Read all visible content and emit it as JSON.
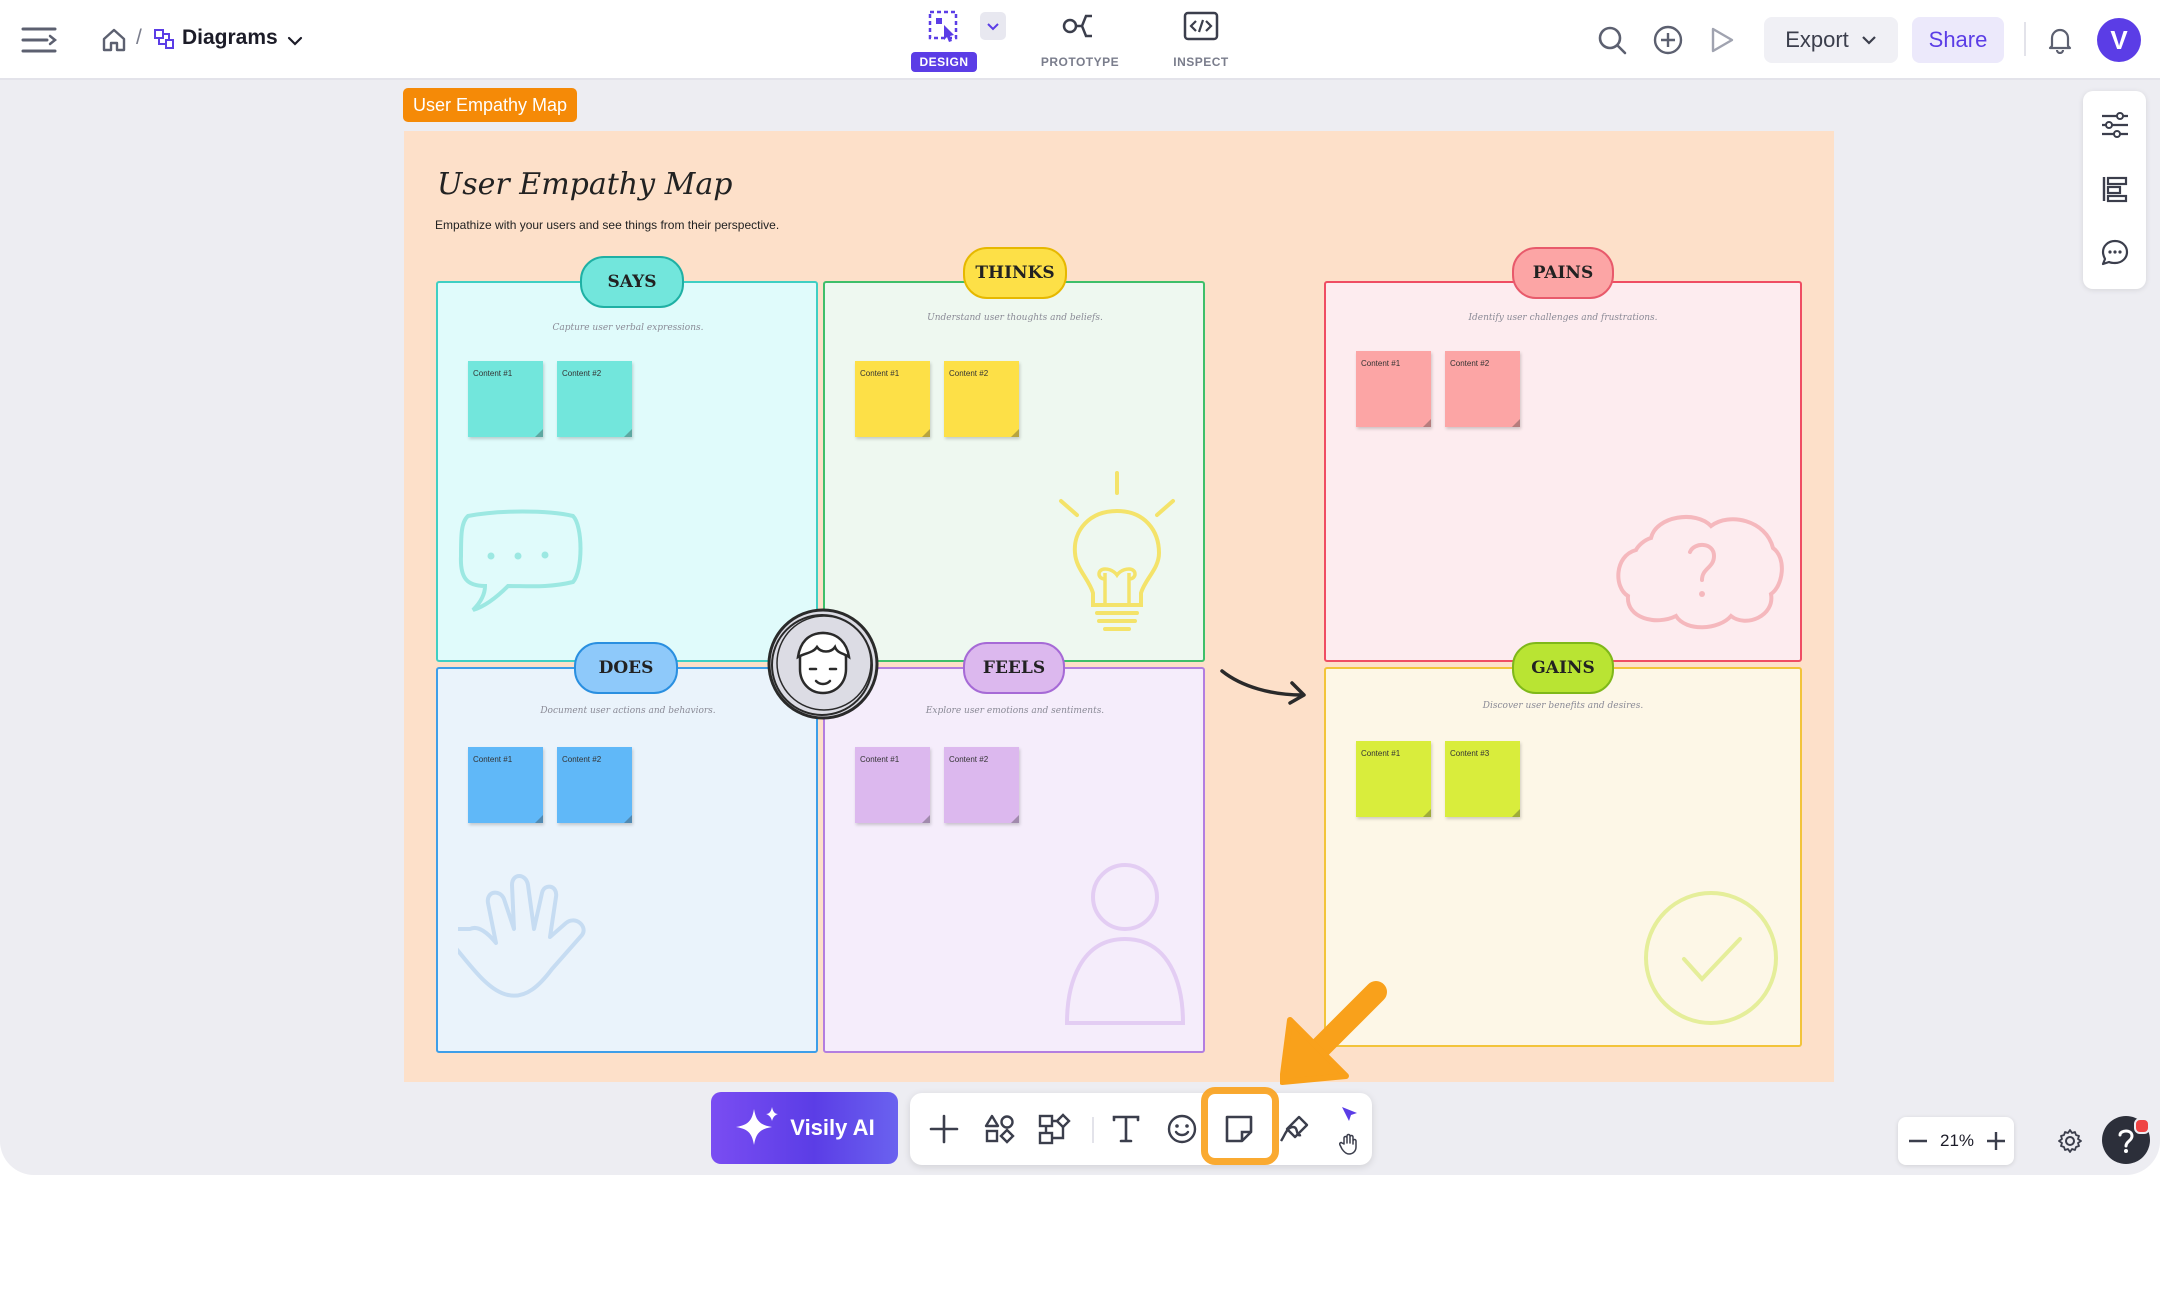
{
  "header": {
    "breadcrumb_separator": "/",
    "project_name": "Diagrams",
    "modes": [
      {
        "label": "DESIGN",
        "active": true
      },
      {
        "label": "PROTOTYPE",
        "active": false
      },
      {
        "label": "INSPECT",
        "active": false
      }
    ],
    "export_label": "Export",
    "share_label": "Share",
    "avatar_letter": "V"
  },
  "canvas": {
    "frame_tag": "User Empathy Map",
    "title": "User Empathy Map",
    "subtitle": "Empathize with your users and see things from their perspective.",
    "quadrants": {
      "says": {
        "label": "SAYS",
        "hint": "Capture user verbal expressions.",
        "notes": [
          "Content #1",
          "Content #2"
        ],
        "color": "#72e6dc"
      },
      "thinks": {
        "label": "THINKS",
        "hint": "Understand user thoughts and beliefs.",
        "notes": [
          "Content #1",
          "Content #2"
        ],
        "color": "#fde047"
      },
      "pains": {
        "label": "PAINS",
        "hint": "Identify user challenges and frustrations.",
        "notes": [
          "Content #1",
          "Content #2"
        ],
        "color": "#fca5a5"
      },
      "does": {
        "label": "DOES",
        "hint": "Document user actions and behaviors.",
        "notes": [
          "Content #1",
          "Content #2"
        ],
        "color": "#60b8f8"
      },
      "feels": {
        "label": "FEELS",
        "hint": "Explore user emotions and sentiments.",
        "notes": [
          "Content #1",
          "Content #2"
        ],
        "color": "#dcb8ee"
      },
      "gains": {
        "label": "GAINS",
        "hint": "Discover user benefits and desires.",
        "notes": [
          "Content #1",
          "Content #3"
        ],
        "color": "#d9ed3c"
      }
    }
  },
  "toolbar": {
    "ai_label": "Visily AI",
    "tools": [
      "add-icon",
      "shapes-icon",
      "flowchart-icon",
      "text-icon",
      "emoji-icon",
      "sticky-note-icon",
      "pen-icon",
      "select-icon",
      "hand-icon"
    ],
    "highlighted_tool": "sticky-note-icon"
  },
  "zoom": {
    "level": "21%"
  },
  "colors": {
    "accent": "#5b3de6",
    "highlight": "#f9a11b",
    "tag": "#f58a07"
  }
}
